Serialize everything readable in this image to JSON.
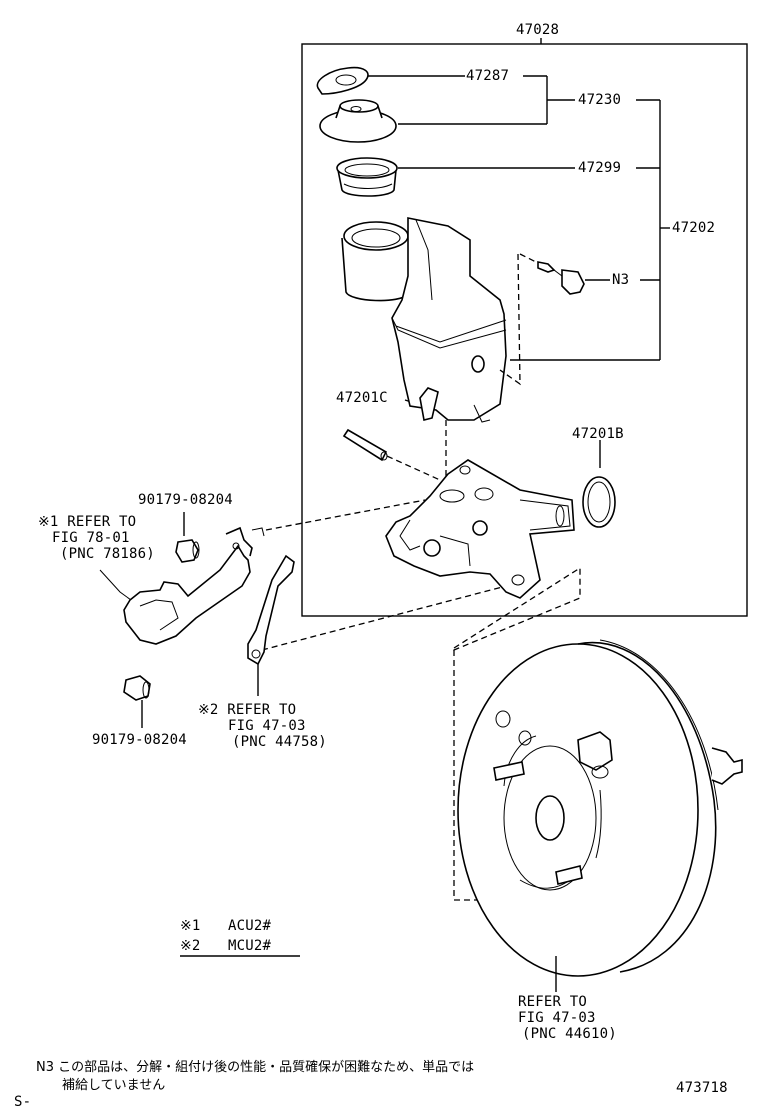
{
  "labels": {
    "assembly": "47028",
    "gasket": "47287",
    "cap_assy": "47230",
    "strainer": "47299",
    "reservoir": "47202",
    "n3": "N3",
    "pin": "47201C",
    "o_ring": "47201B",
    "nut_top": "90179-08204",
    "nut_bottom": "90179-08204",
    "ref1_line1": "※1 REFER TO",
    "ref1_line2": "FIG 78-01",
    "ref1_line3": "(PNC 78186)",
    "ref2_line1": "※2 REFER TO",
    "ref2_line2": "FIG 47-03",
    "ref2_line3": "(PNC 44758)",
    "booster_line1": "REFER TO",
    "booster_line2": "FIG 47-03",
    "booster_line3": "(PNC 44610)"
  },
  "legend": {
    "row1_mark": "※1",
    "row1_value": "ACU2#",
    "row2_mark": "※2",
    "row2_value": "MCU2#"
  },
  "footer": {
    "note_line1": "N3 この部品は、分解・組付け後の性能・品質確保が困難なため、単品では",
    "note_line2": "補給していません",
    "diagram_number": "473718",
    "corner_mark": "S-"
  }
}
